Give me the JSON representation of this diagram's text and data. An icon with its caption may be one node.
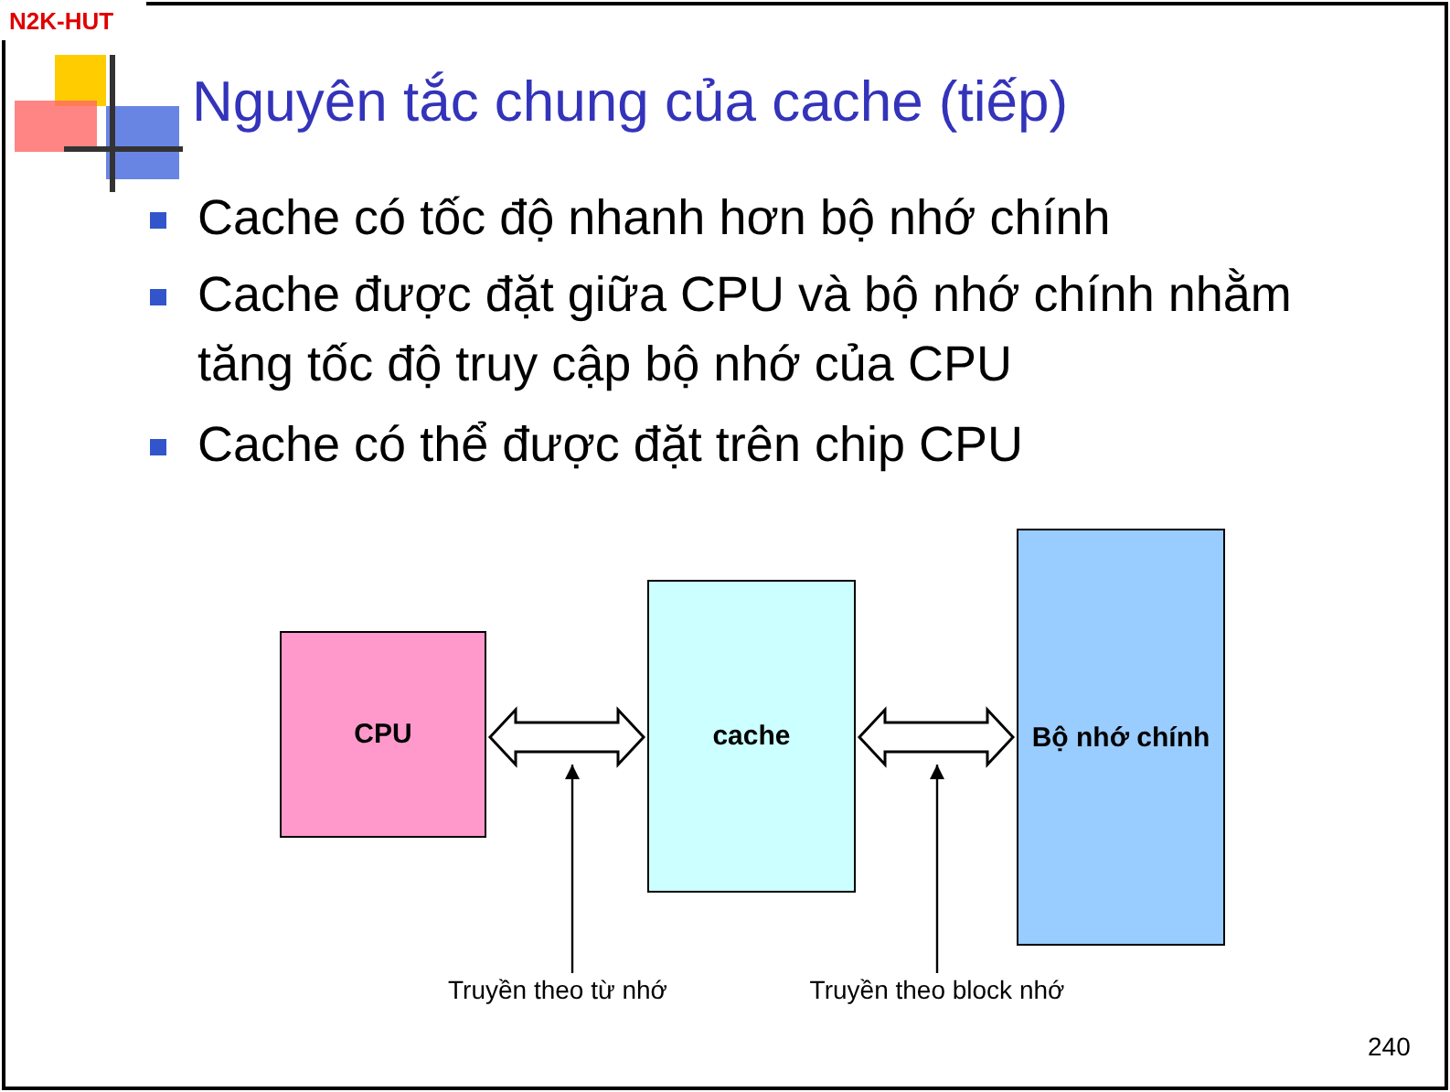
{
  "diagram": {
    "title": "Nguyên tắc chung của cache (tiếp)",
    "nodes": [
      {
        "text": [
          "CPU"
        ]
      },
      {
        "text": [
          "cache"
        ]
      },
      {
        "text": [
          "Bộ nhớ chính"
        ]
      },
      {
        "text": [
          "Truyền theo từ nhớ"
        ]
      },
      {
        "text": [
          "Truyền theo block nhớ"
        ]
      }
    ],
    "edges": [
      {
        "from": 0,
        "to": 1,
        "arrow": "both",
        "style": "thick"
      },
      {
        "from": 1,
        "to": 2,
        "arrow": "both",
        "style": "thick"
      },
      {
        "from": 3,
        "to": null,
        "arrow": "to"
      },
      {
        "from": 4,
        "to": null,
        "arrow": "to"
      }
    ],
    "labels": [
      "N2K-HUT",
      "Cache có tốc độ nhanh hơn bộ nhớ chính",
      "Cache được đặt giữa CPU và bộ nhớ chính nhằm tăng tốc độ truy cập bộ nhớ của CPU",
      "Cache có thể được đặt trên chip CPU",
      "240"
    ]
  }
}
